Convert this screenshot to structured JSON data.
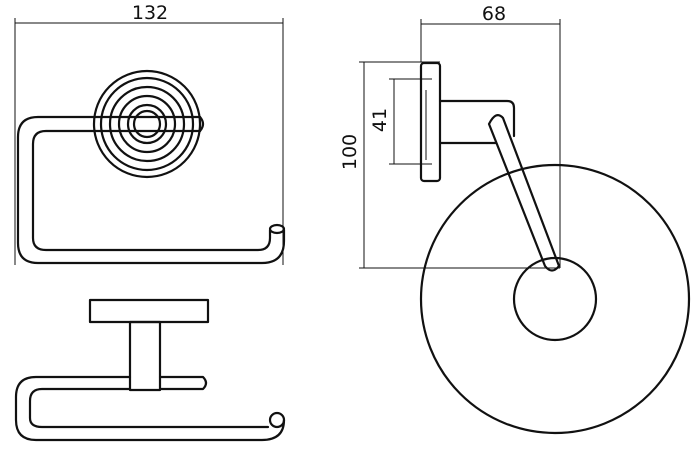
{
  "dimensions": {
    "width_top": "132",
    "depth_side": "68",
    "height_side": "100",
    "mount_height_side": "41"
  }
}
